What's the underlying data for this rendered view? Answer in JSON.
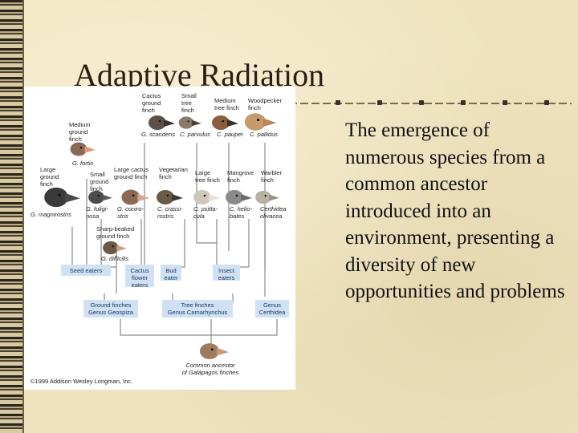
{
  "slide": {
    "title": "Adaptive Radiation",
    "body": "The emergence of numerous species from a common ancestor introduced into an environment, presenting a diversity of new opportunities and problems"
  },
  "figure": {
    "species": [
      {
        "id": "cactus_ground",
        "common": [
          "Cactus",
          "ground",
          "finch"
        ],
        "sci": "G. scandens"
      },
      {
        "id": "small_tree",
        "common": [
          "Small",
          "tree",
          "finch"
        ],
        "sci": "C. parvulus"
      },
      {
        "id": "medium_tree",
        "common": [
          "Medium",
          "tree finch"
        ],
        "sci": "C. pauper"
      },
      {
        "id": "woodpecker",
        "common": [
          "Woodpecker",
          "finch"
        ],
        "sci": "C. pallidus"
      },
      {
        "id": "medium_ground",
        "common": [
          "Medium",
          "ground",
          "finch"
        ],
        "sci": "G. fortis"
      },
      {
        "id": "large_ground",
        "common": [
          "Large",
          "ground",
          "finch"
        ],
        "sci": "G. magnirostris"
      },
      {
        "id": "small_ground",
        "common": [
          "Small",
          "ground",
          "finch"
        ],
        "sci": [
          "G. fuligi-",
          "nosa"
        ]
      },
      {
        "id": "large_cactus",
        "common": [
          "Large cactus",
          "ground finch"
        ],
        "sci": [
          "G. coniro-",
          "stris"
        ]
      },
      {
        "id": "vegetarian",
        "common": [
          "Vegetarian",
          "finch"
        ],
        "sci": [
          "C. crassi-",
          "rostris"
        ]
      },
      {
        "id": "large_tree",
        "common": [
          "Large",
          "tree finch"
        ],
        "sci": [
          "C. psitta-",
          "cula"
        ]
      },
      {
        "id": "mangrove",
        "common": [
          "Mangrove",
          "finch"
        ],
        "sci": [
          "C. helio-",
          "bates"
        ]
      },
      {
        "id": "warbler",
        "common": [
          "Warbler",
          "finch"
        ],
        "sci": [
          "Certhidea",
          "olivacea"
        ]
      },
      {
        "id": "sharp_beaked",
        "common": [
          "Sharp-beaked",
          "ground finch"
        ],
        "sci": "G. difficilis"
      }
    ],
    "diets": [
      {
        "id": "seed",
        "label": [
          "Seed eaters"
        ]
      },
      {
        "id": "cactus",
        "label": [
          "Cactus",
          "flower",
          "eaters"
        ]
      },
      {
        "id": "bud",
        "label": [
          "Bud",
          "eater"
        ]
      },
      {
        "id": "insect",
        "label": [
          "Insect",
          "eaters"
        ]
      }
    ],
    "groups": [
      {
        "id": "ground",
        "label": [
          "Ground finches",
          "Genus Geospiza"
        ]
      },
      {
        "id": "tree",
        "label": [
          "Tree finches",
          "Genus Camarhynchus"
        ]
      },
      {
        "id": "certhidea",
        "label": [
          "Genus",
          "Certhidea"
        ]
      }
    ],
    "ancestor": [
      "Common ancestor",
      "of Galápagos finches"
    ],
    "copyright": "©1999 Addison Wesley Longman, Inc.",
    "colors": {
      "box": "#cfe1f3",
      "box_text": "#1b3a66",
      "line": "#8a8a8a"
    }
  }
}
